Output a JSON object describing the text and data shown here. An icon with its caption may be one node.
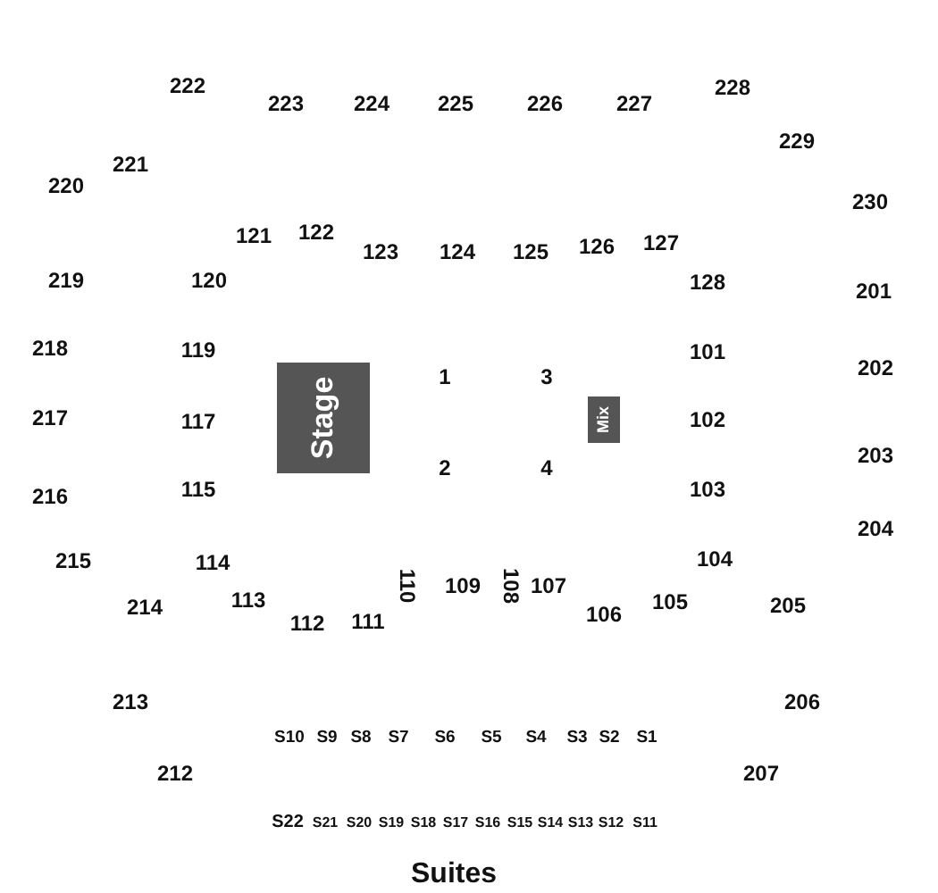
{
  "diagram": {
    "nodes": [
      {
        "text": [
          "Stage"
        ]
      },
      {
        "text": [
          "Mix"
        ]
      }
    ],
    "labels": [
      "222",
      "228",
      "223",
      "224",
      "225",
      "226",
      "227",
      "229",
      "221",
      "220",
      "230",
      "121",
      "122",
      "127",
      "123",
      "124",
      "125",
      "126",
      "219",
      "120",
      "128",
      "201",
      "218",
      "119",
      "101",
      "202",
      "1",
      "3",
      "217",
      "117",
      "102",
      "203",
      "2",
      "4",
      "216",
      "115",
      "103",
      "204",
      "215",
      "114",
      "104",
      "110",
      "109",
      "108",
      "107",
      "214",
      "113",
      "105",
      "205",
      "112",
      "111",
      "106",
      "213",
      "206",
      "S10",
      "S9",
      "S8",
      "S7",
      "S6",
      "S5",
      "S4",
      "S3",
      "S2",
      "S1",
      "212",
      "207",
      "S22",
      "S21",
      "S20",
      "S19",
      "S18",
      "S17",
      "S16",
      "S15",
      "S14",
      "S13",
      "S12",
      "S11",
      "Suites"
    ]
  }
}
